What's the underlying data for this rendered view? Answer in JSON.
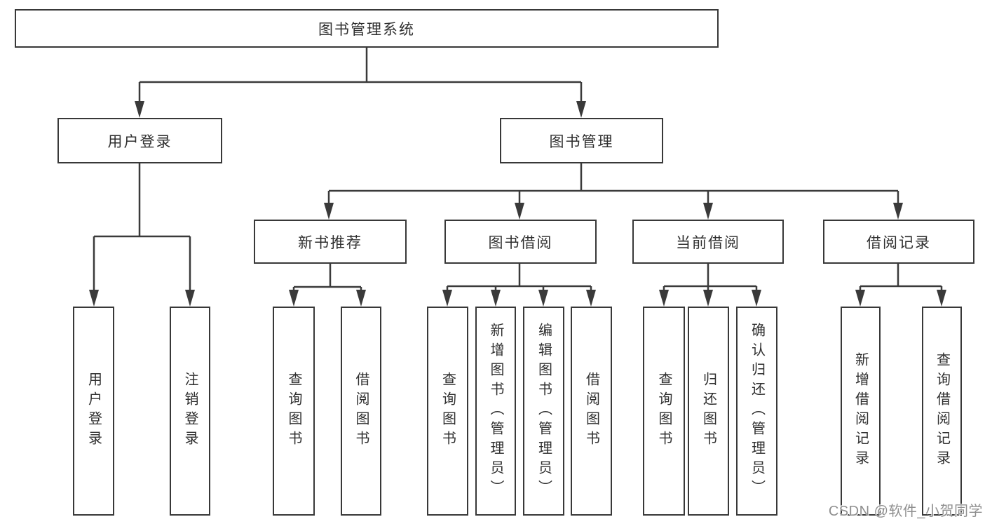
{
  "diagram_title": "图书管理系统",
  "tree": {
    "label": "图书管理系统",
    "children": [
      {
        "label": "用户登录",
        "children": [
          {
            "label": "用户登录"
          },
          {
            "label": "注销登录"
          }
        ]
      },
      {
        "label": "图书管理",
        "children": [
          {
            "label": "新书推荐",
            "children": [
              {
                "label": "查询图书"
              },
              {
                "label": "借阅图书"
              }
            ]
          },
          {
            "label": "图书借阅",
            "children": [
              {
                "label": "查询图书"
              },
              {
                "label": "新增图书（管理员）"
              },
              {
                "label": "编辑图书（管理员）"
              },
              {
                "label": "借阅图书"
              }
            ]
          },
          {
            "label": "当前借阅",
            "children": [
              {
                "label": "查询图书"
              },
              {
                "label": "归还图书"
              },
              {
                "label": "确认归还（管理员）"
              }
            ]
          },
          {
            "label": "借阅记录",
            "children": [
              {
                "label": "新增借阅记录"
              },
              {
                "label": "查询借阅记录"
              }
            ]
          }
        ]
      }
    ]
  },
  "watermark": {
    "text": "CSDN @软件_小贺同学"
  },
  "colors": {
    "line": "#3a3a3a",
    "box_border": "#383838",
    "box_fill": "#ffffff",
    "text": "#2f2f2f",
    "watermark": "#8f8f8f",
    "background": "#ffffff"
  }
}
